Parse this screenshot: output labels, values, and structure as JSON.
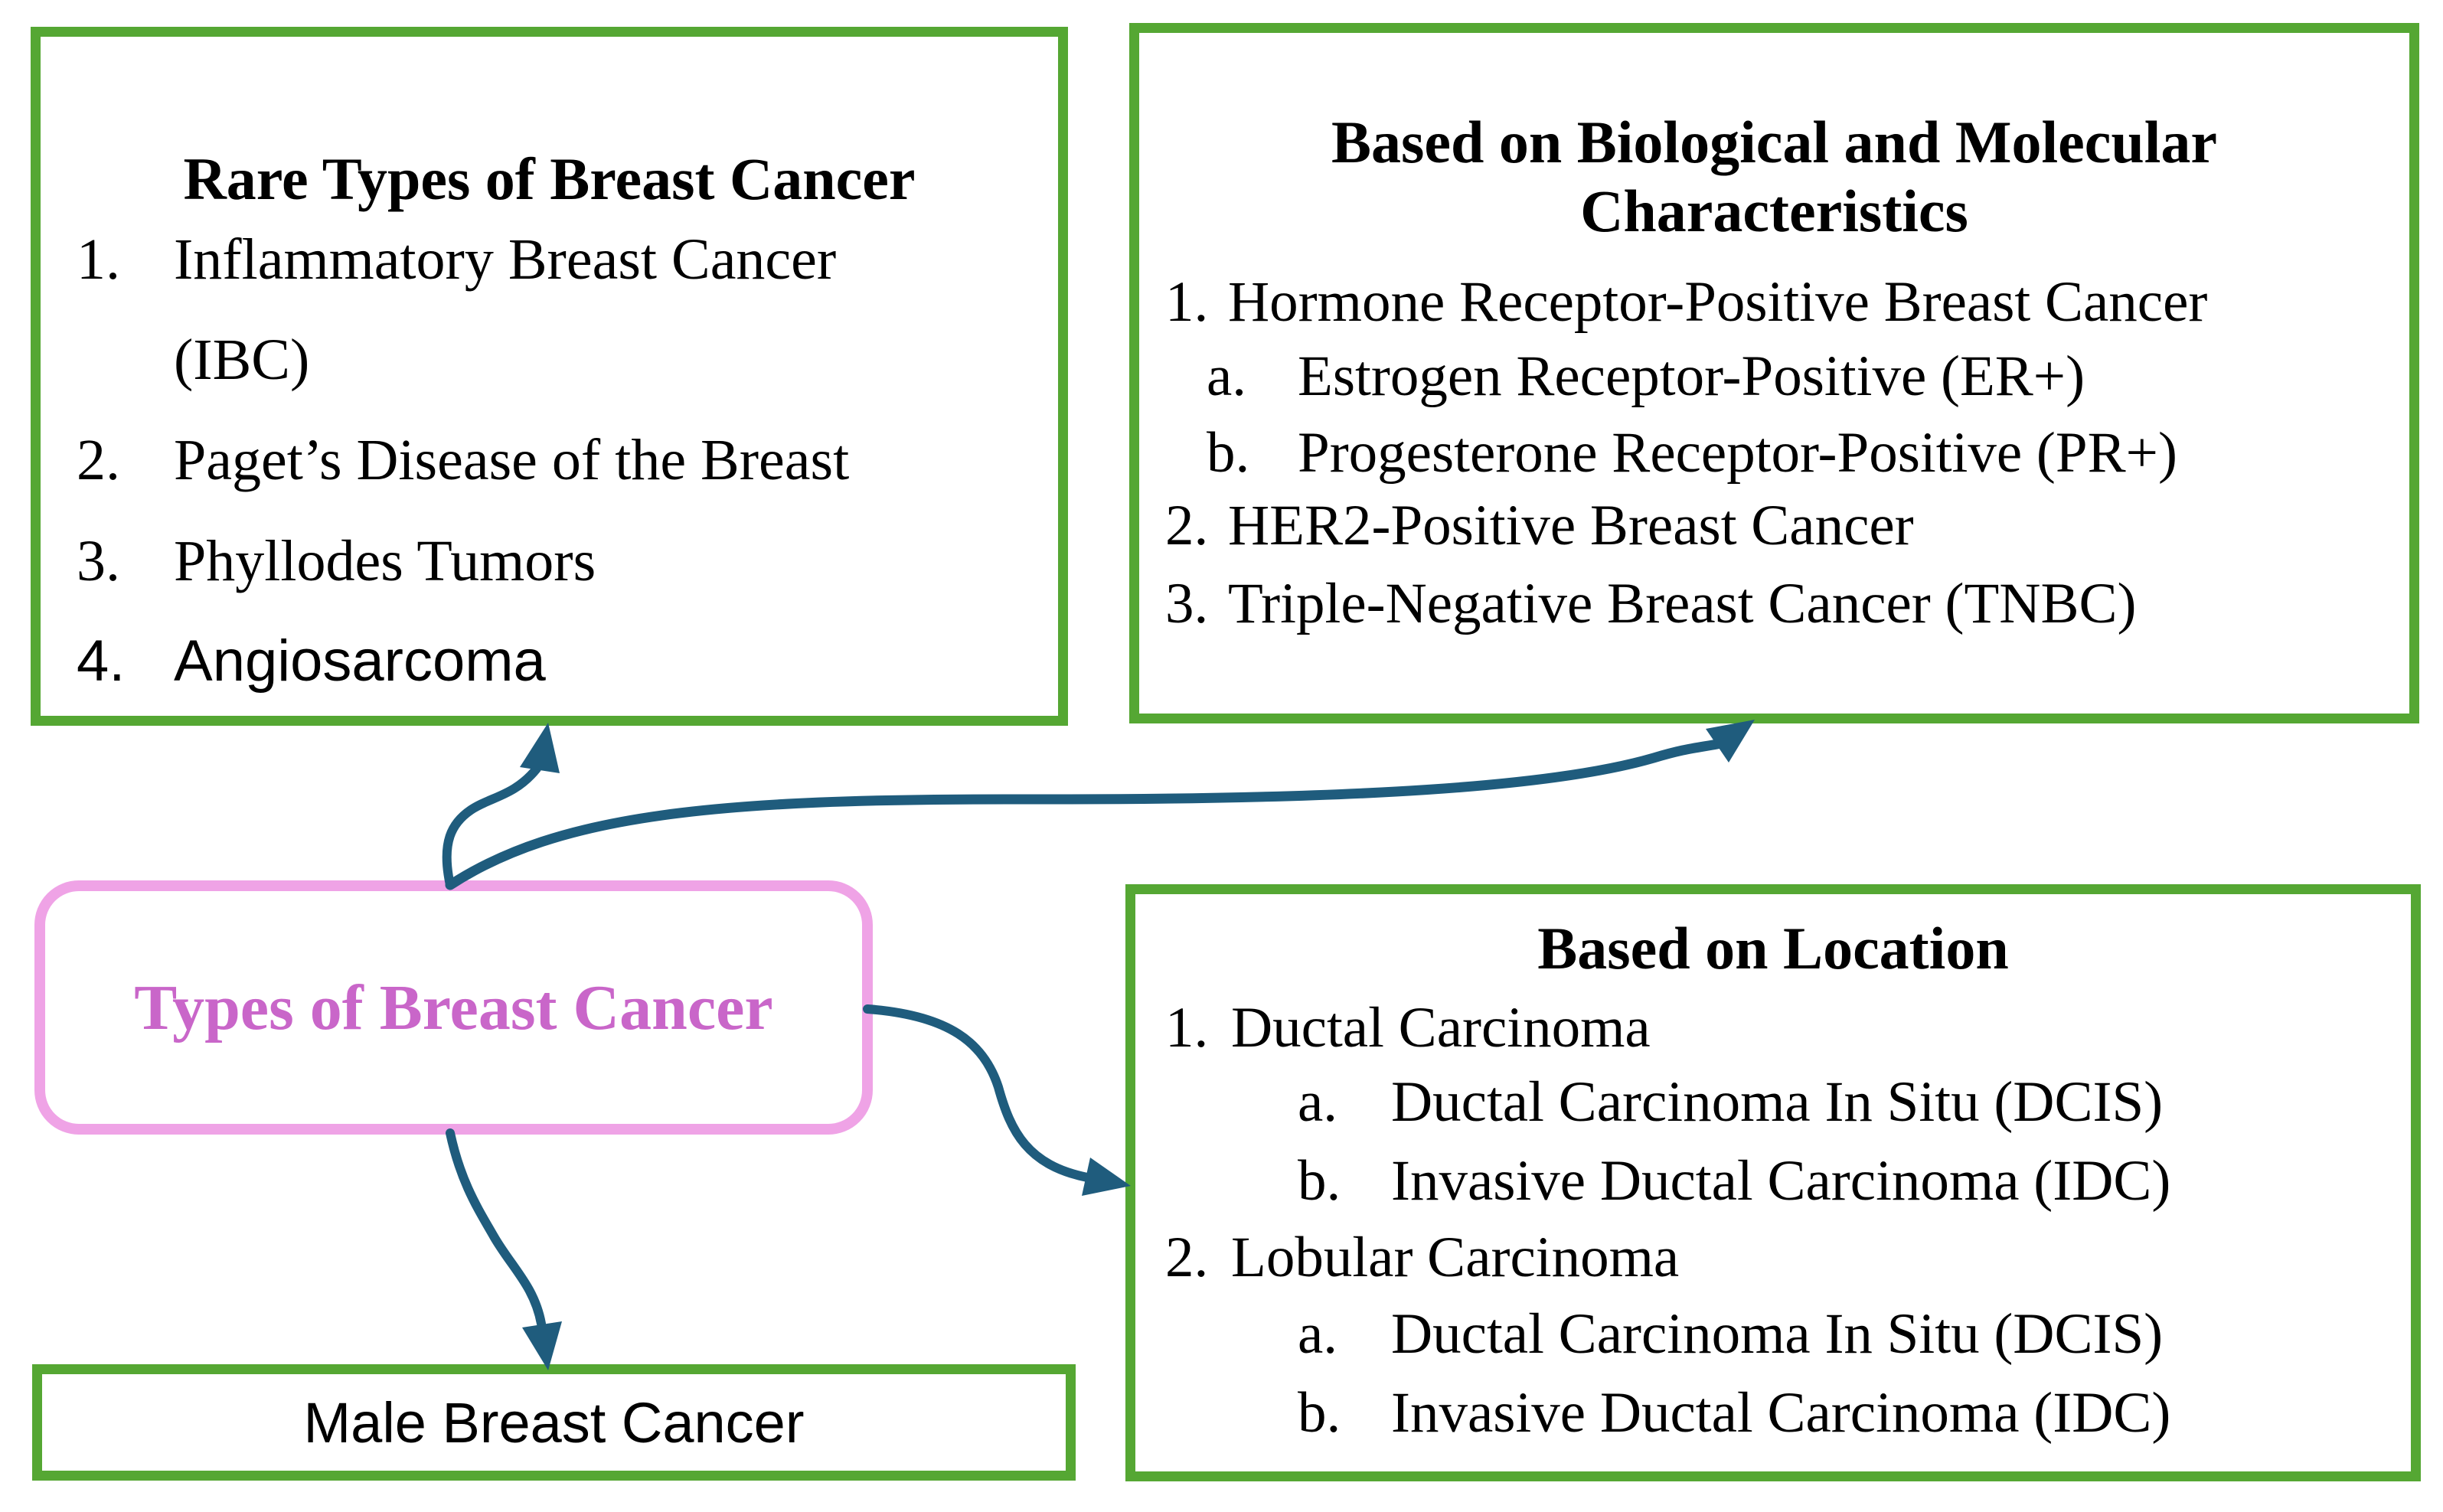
{
  "colors": {
    "green": "#55A733",
    "pink_border": "#EFA3E6",
    "pink_text": "#C966C9",
    "arrow": "#1F5C7D"
  },
  "boxes": {
    "rare": {
      "title": "Rare Types of Breast Cancer",
      "lines": [
        {
          "m": "1.",
          "t": "Inflammatory Breast Cancer"
        },
        {
          "m": "",
          "t": "(IBC)"
        },
        {
          "m": "2.",
          "t": "Paget’s Disease of the Breast"
        },
        {
          "m": "3.",
          "t": "Phyllodes Tumors"
        },
        {
          "m": "4.",
          "t": "Angiosarcoma"
        }
      ]
    },
    "bio": {
      "title_line1": "Based on Biological and Molecular",
      "title_line2": "Characteristics",
      "lines": [
        {
          "m": "1.",
          "t": "Hormone Receptor-Positive Breast Cancer"
        },
        {
          "m": "a.",
          "t": "Estrogen Receptor-Positive (ER+)"
        },
        {
          "m": "b.",
          "t": "Progesterone Receptor-Positive (PR+)"
        },
        {
          "m": "2.",
          "t": "HER2-Positive Breast Cancer"
        },
        {
          "m": "3.",
          "t": "Triple-Negative Breast Cancer (TNBC)"
        }
      ]
    },
    "location": {
      "title": "Based on Location",
      "lines": [
        {
          "m": "1.",
          "t": "Ductal Carcinoma"
        },
        {
          "m": "a.",
          "t": "Ductal Carcinoma In Situ (DCIS)"
        },
        {
          "m": "b.",
          "t": "Invasive Ductal Carcinoma (IDC)"
        },
        {
          "m": "2.",
          "t": "Lobular Carcinoma"
        },
        {
          "m": "a.",
          "t": "Ductal Carcinoma In Situ (DCIS)"
        },
        {
          "m": "b.",
          "t": "Invasive Ductal Carcinoma (IDC)"
        }
      ]
    },
    "center": {
      "label": "Types of Breast Cancer"
    },
    "male": {
      "label": "Male Breast Cancer"
    }
  }
}
